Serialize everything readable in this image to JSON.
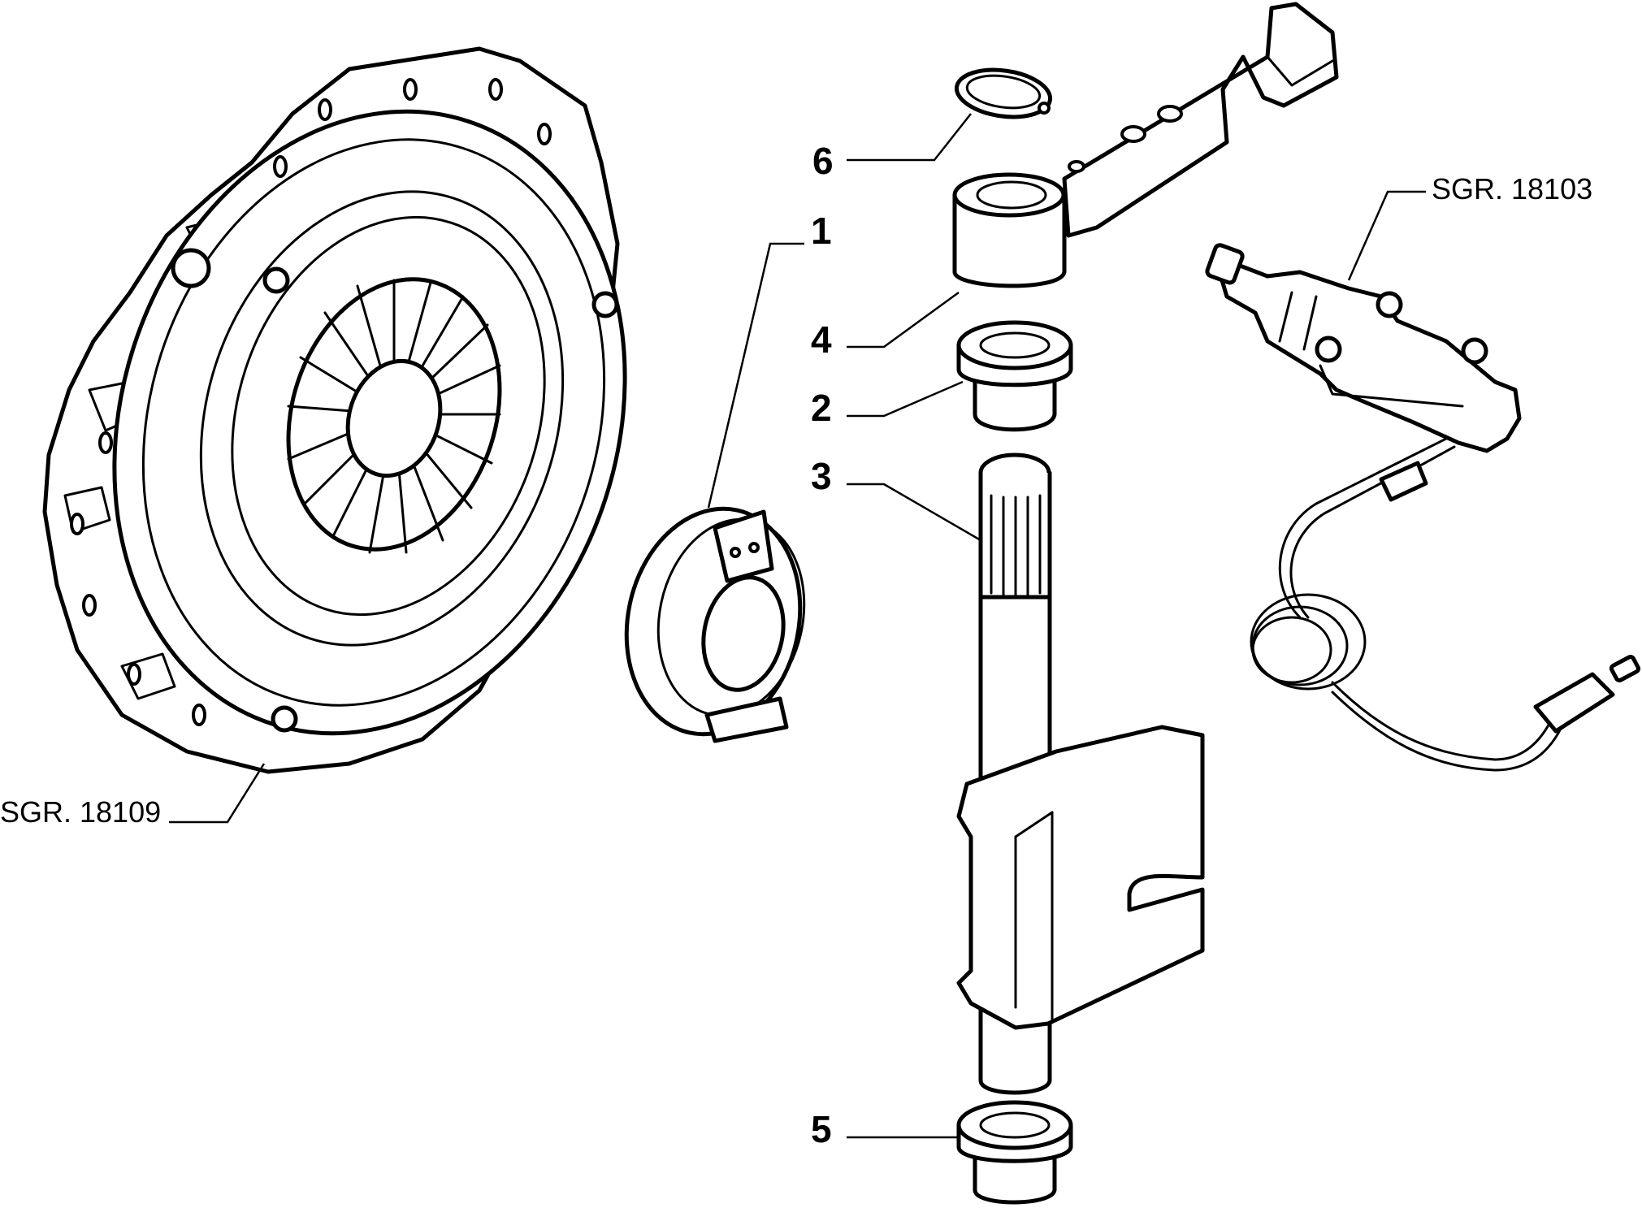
{
  "callouts": [
    {
      "id": "1",
      "label": "1"
    },
    {
      "id": "2",
      "label": "2"
    },
    {
      "id": "3",
      "label": "3"
    },
    {
      "id": "4",
      "label": "4"
    },
    {
      "id": "5",
      "label": "5"
    },
    {
      "id": "6",
      "label": "6"
    }
  ],
  "references": {
    "pressure_plate": "SGR. 18109",
    "master_cylinder": "SGR. 18103"
  }
}
